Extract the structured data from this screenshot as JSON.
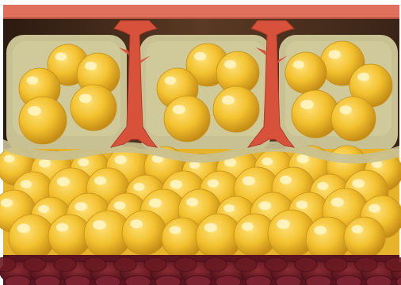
{
  "illustration": {
    "subject": "",
    "colors": {
      "background": "#ffffff",
      "skin_band": "#e0705c",
      "dark_dermis": "#3a2417",
      "septa": "#c8c193",
      "fat_cell": "#f2c12e",
      "fat_cell_shadow": "#c7901a",
      "fat_cell_highlight": "#fff6c8",
      "strands": "#d8523b",
      "muscle": "#6b1a22",
      "muscle_dark": "#4a0f16"
    },
    "compartments_upper": 3,
    "fibrous_strands": 2,
    "layers": [
      "skin",
      "fibrous-compartments",
      "deep-fat",
      "muscle"
    ]
  }
}
